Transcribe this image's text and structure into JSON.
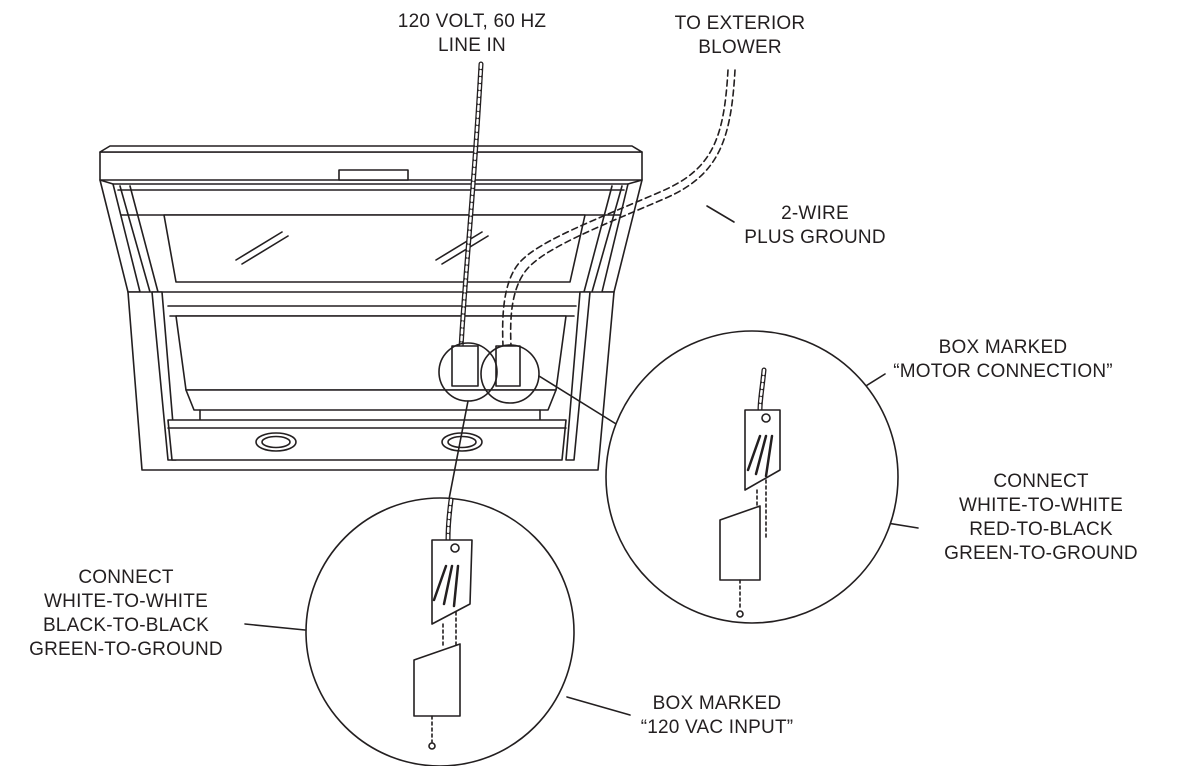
{
  "labels": {
    "line_in": [
      "120 VOLT, 60 HZ",
      "LINE IN"
    ],
    "exterior_blower": [
      "TO EXTERIOR",
      "BLOWER"
    ],
    "two_wire": [
      "2-WIRE",
      "PLUS GROUND"
    ],
    "motor_box": [
      "BOX MARKED",
      "“MOTOR CONNECTION”"
    ],
    "motor_connect": [
      "CONNECT",
      "WHITE-TO-WHITE",
      "RED-TO-BLACK",
      "GREEN-TO-GROUND"
    ],
    "input_connect": [
      "CONNECT",
      "WHITE-TO-WHITE",
      "BLACK-TO-BLACK",
      "GREEN-TO-GROUND"
    ],
    "input_box": [
      "BOX MARKED",
      "“120 VAC INPUT”"
    ]
  },
  "colors": {
    "ink": "#231f20",
    "background": "#ffffff"
  }
}
